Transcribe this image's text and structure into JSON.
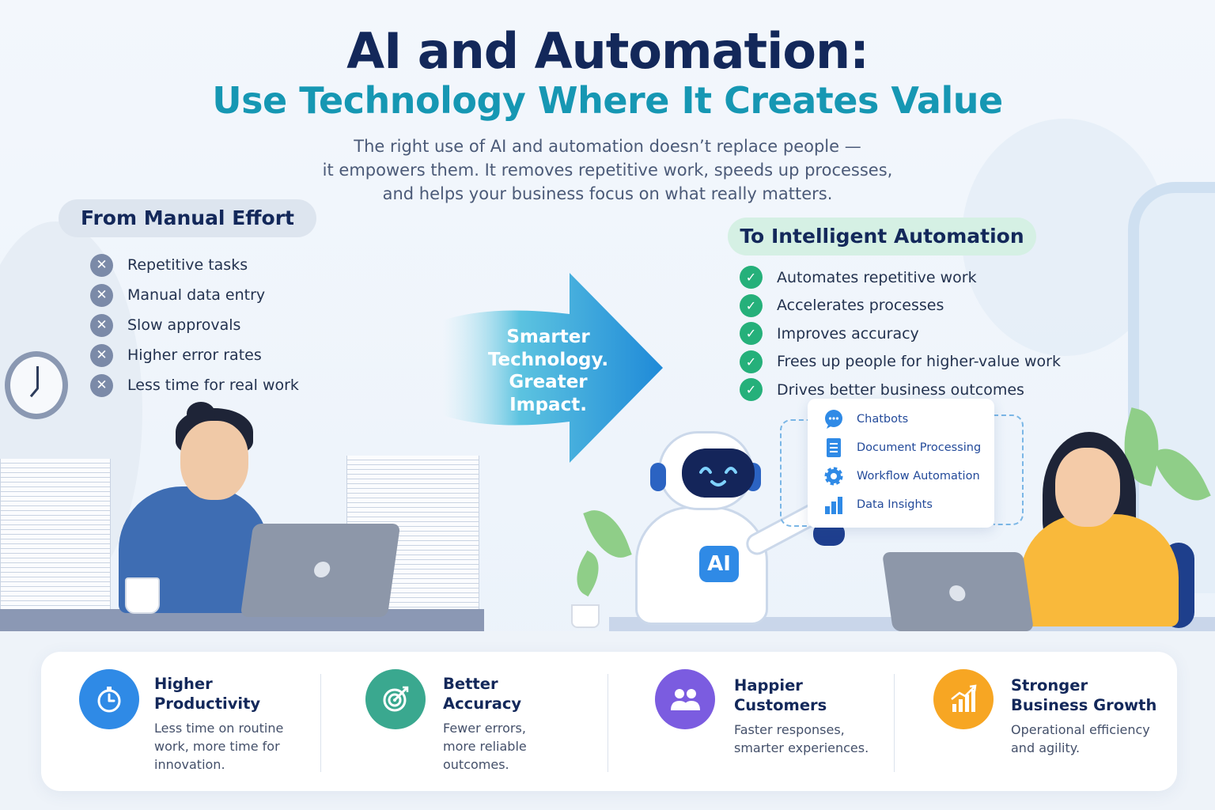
{
  "header": {
    "title": "AI and Automation:",
    "subtitle": "Use Technology Where It Creates Value",
    "intro_lines": [
      "The right use of AI and automation doesn’t replace people —",
      "it empowers them. It removes repetitive work, speeds up processes,",
      "and helps your business focus on what really matters."
    ]
  },
  "manual": {
    "heading": "From Manual Effort",
    "items": [
      "Repetitive tasks",
      "Manual data entry",
      "Slow approvals",
      "Higher error rates",
      "Less time for real work"
    ]
  },
  "arrow": {
    "lines": [
      "Smarter",
      "Technology.",
      "Greater",
      "Impact."
    ]
  },
  "automation": {
    "heading": "To Intelligent Automation",
    "items": [
      "Automates repetitive work",
      "Accelerates processes",
      "Improves accuracy",
      "Frees up people for higher-value work",
      "Drives better business outcomes"
    ]
  },
  "ai_card": {
    "items": [
      {
        "label": "Chatbots",
        "icon": "chat-bubble-icon"
      },
      {
        "label": "Document Processing",
        "icon": "document-icon"
      },
      {
        "label": "Workflow Automation",
        "icon": "gear-icon"
      },
      {
        "label": "Data Insights",
        "icon": "bar-chart-icon"
      }
    ]
  },
  "robot": {
    "badge": "AI"
  },
  "benefits": [
    {
      "title_lines": [
        "Higher",
        "Productivity"
      ],
      "text_lines": [
        "Less time on routine",
        "work, more time for",
        "innovation."
      ],
      "icon": "stopwatch-icon",
      "color": "#2f8ae6"
    },
    {
      "title_lines": [
        "Better",
        "Accuracy"
      ],
      "text_lines": [
        "Fewer errors,",
        "more reliable",
        "outcomes."
      ],
      "icon": "target-icon",
      "color": "#3aa88f"
    },
    {
      "title_lines": [
        "Happier",
        "Customers"
      ],
      "text_lines": [
        "Faster responses,",
        "smarter experiences."
      ],
      "icon": "users-icon",
      "color": "#7b5ce0"
    },
    {
      "title_lines": [
        "Stronger",
        "Business Growth"
      ],
      "text_lines": [
        "Operational efficiency",
        "and agility."
      ],
      "icon": "growth-chart-icon",
      "color": "#f7a623"
    }
  ],
  "colors": {
    "title": "#13285a",
    "subtitle": "#1697b3",
    "check": "#25b07a",
    "cross": "#7b8aa8",
    "arrow_start": "#b9e6f1",
    "arrow_end": "#1f8ad8"
  }
}
